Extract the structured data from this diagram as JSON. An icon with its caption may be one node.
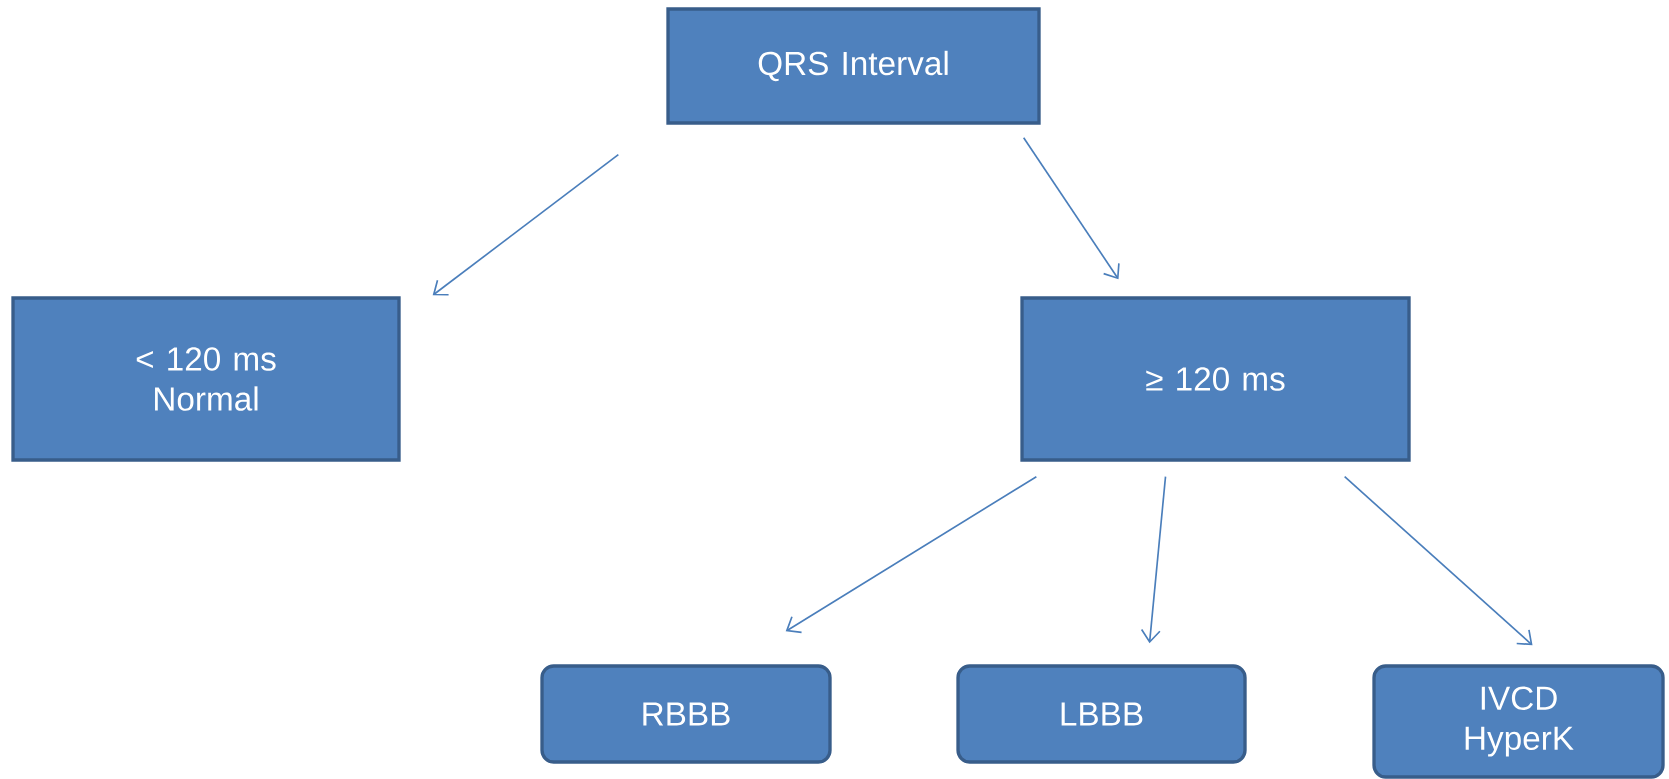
{
  "diagram": {
    "nodes": [
      {
        "text": [
          "QRS Interval"
        ]
      },
      {
        "text": [
          "< 120 ms Normal"
        ]
      },
      {
        "text": [
          "≥ 120 ms"
        ]
      },
      {
        "text": [
          "RBBB"
        ]
      },
      {
        "text": [
          "LBBB"
        ]
      },
      {
        "text": [
          "IVCD HyperK"
        ]
      }
    ],
    "edges": [
      {
        "from": 0,
        "to": 1,
        "arrow": "to"
      },
      {
        "from": 0,
        "to": 2,
        "arrow": "to"
      },
      {
        "from": 2,
        "to": 3,
        "arrow": "to"
      },
      {
        "from": 2,
        "to": 4,
        "arrow": "to"
      },
      {
        "from": 2,
        "to": 5,
        "arrow": "to"
      }
    ]
  }
}
